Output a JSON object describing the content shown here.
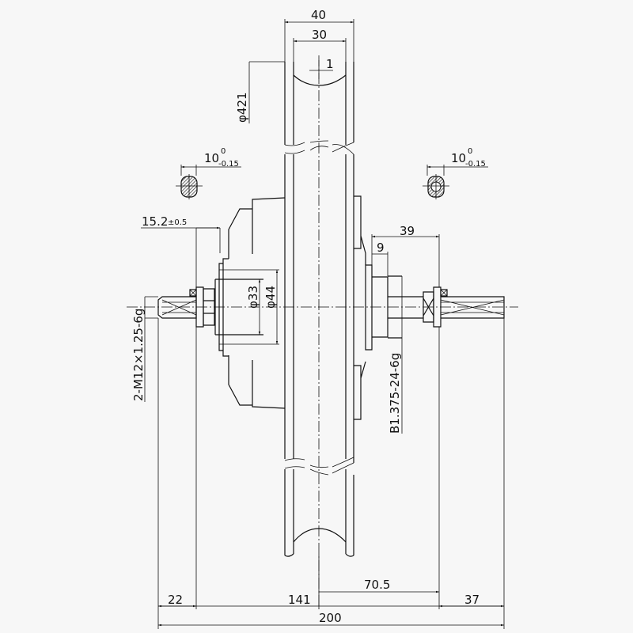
{
  "drawing": {
    "dims": {
      "overall_width": "40",
      "inner_width": "30",
      "offset": "1",
      "rim_diameter": "φ421",
      "flat_left": "10",
      "flat_left_upper": "0",
      "flat_left_lower": "-0.15",
      "flat_right": "10",
      "flat_right_upper": "0",
      "flat_right_lower": "-0.15",
      "flange_offset": "15.2",
      "flange_tol": "±0.5",
      "right_len": "39",
      "step": "9",
      "d33": "φ33",
      "d44": "φ44",
      "thread_left": "2-M12×1.25-6g",
      "thread_right": "B1.375-24-6g",
      "shaft_left": "22",
      "hub_width": "141",
      "half_hub": "70.5",
      "shaft_right": "37",
      "total": "200"
    }
  }
}
